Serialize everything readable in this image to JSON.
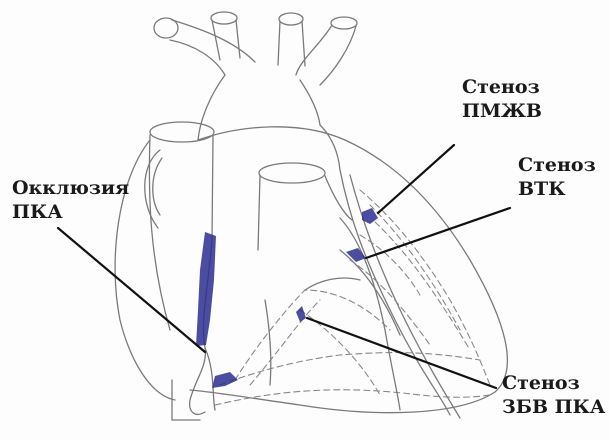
{
  "labels": {
    "rca_occlusion": {
      "line1": "Окклюзия",
      "line2": "ПКА"
    },
    "lad_stenosis": {
      "line1": "Стеноз",
      "line2": "ПМЖВ"
    },
    "cx_stenosis": {
      "line1": "Стеноз",
      "line2": "ВТК"
    },
    "pda_stenosis": {
      "line1": "Стеноз",
      "line2": "ЗБВ ПКА"
    }
  },
  "colors": {
    "lesion": "#2b2f8f",
    "outline": "#7a7a7a",
    "pointer": "#111111"
  }
}
